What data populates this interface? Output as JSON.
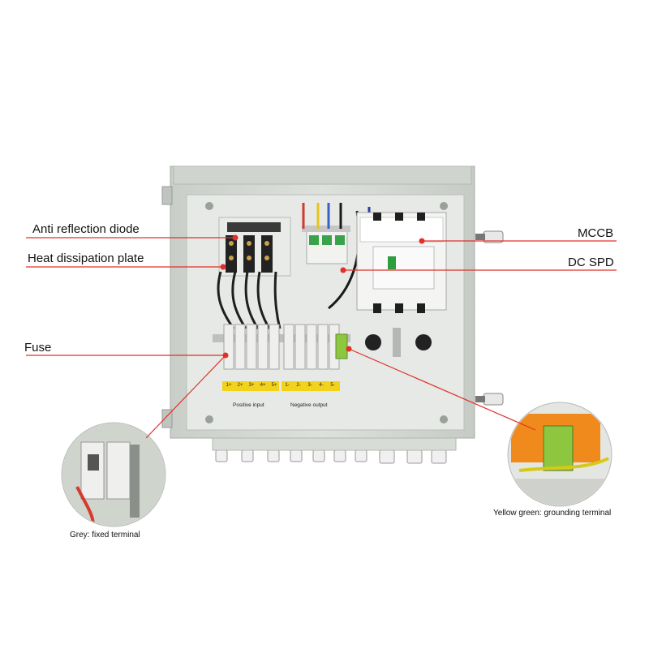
{
  "labels": {
    "anti_reflection_diode": "Anti reflection diode",
    "heat_dissipation_plate": "Heat dissipation plate",
    "fuse": "Fuse",
    "mccb": "MCCB",
    "dc_spd": "DC SPD",
    "grey_fixed_terminal": "Grey: fixed terminal",
    "yellow_green_grounding": "Yellow green: grounding terminal"
  },
  "strips": {
    "positive_input": "Positive input",
    "negative_output": "Negative output"
  },
  "positive_terminals": [
    "1+",
    "2+",
    "3+",
    "4+",
    "5+"
  ],
  "negative_terminals": [
    "1-",
    "2-",
    "3-",
    "4-",
    "5-"
  ],
  "colors": {
    "leader": "#e0302a",
    "enclosure": "#d4d9d3",
    "backplate": "#e6e9e5",
    "label_yellow": "#f2d21b",
    "grounding": "#8dc63f",
    "spd_orange": "#f08a1c"
  }
}
